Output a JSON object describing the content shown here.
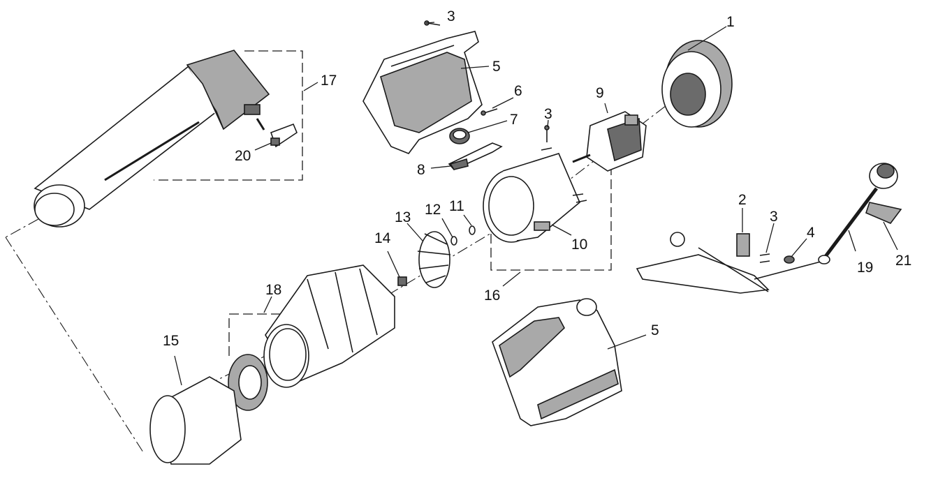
{
  "labels": {
    "n1": "1",
    "n2": "2",
    "n3a": "3",
    "n3b": "3",
    "n3c": "3",
    "n4": "4",
    "n5a": "5",
    "n5b": "5",
    "n6": "6",
    "n7": "7",
    "n8": "8",
    "n9": "9",
    "n10": "10",
    "n11": "11",
    "n12": "12",
    "n13": "13",
    "n14": "14",
    "n15": "15",
    "n16": "16",
    "n17": "17",
    "n18": "18",
    "n19": "19",
    "n20": "20",
    "n21": "21"
  }
}
